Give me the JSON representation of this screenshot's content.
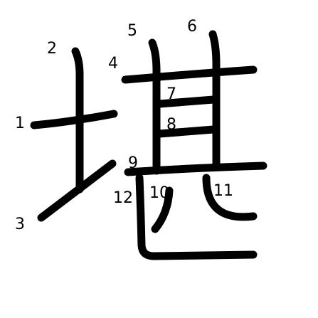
{
  "character": "堪",
  "stroke_count": 12,
  "stroke_labels": [
    "1",
    "2",
    "3",
    "4",
    "5",
    "6",
    "7",
    "8",
    "9",
    "10",
    "11",
    "12"
  ],
  "colors": {
    "stroke": "#000000",
    "background": "#ffffff"
  }
}
